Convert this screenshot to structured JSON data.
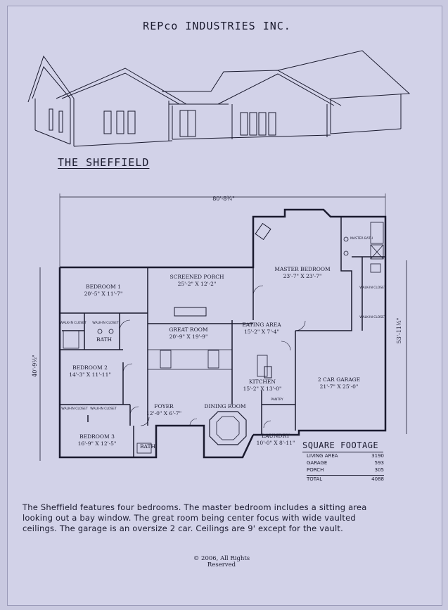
{
  "header": {
    "company": "REPco INDUSTRIES INC."
  },
  "plan": {
    "name": "THE SHEFFIELD",
    "overall_width": "80'-8¾\"",
    "right_depth": "53'-11½\"",
    "left_depth": "40'-9½\""
  },
  "rooms": {
    "screened_porch": {
      "name": "SCREENED PORCH",
      "size": "25'-2\" X 12'-2\""
    },
    "master_bedroom": {
      "name": "MASTER BEDROOM",
      "size": "23'-7\" X 23'-7\""
    },
    "master_bath": {
      "name": "MASTER BATH"
    },
    "walk_in_closet_1": {
      "name": "WALK-IN CLOSET"
    },
    "walk_in_closet_2": {
      "name": "WALK-IN CLOSET"
    },
    "bedroom1": {
      "name": "BEDROOM 1",
      "size": "20'-5\" X 11'-7\""
    },
    "bedroom2": {
      "name": "BEDROOM 2",
      "size": "14'-3\" X 11'-11\""
    },
    "bedroom3": {
      "name": "BEDROOM 3",
      "size": "16'-9\" X 12'-5\""
    },
    "great_room": {
      "name": "GREAT ROOM",
      "size": "20'-9\" X 19'-9\""
    },
    "eating_area": {
      "name": "EATING AREA",
      "size": "15'-2\" X 7'-4\""
    },
    "kitchen": {
      "name": "KITCHEN",
      "size": "15'-2\" X 13'-0\""
    },
    "garage": {
      "name": "2 CAR GARAGE",
      "size": "21'-7\" X 25'-0\""
    },
    "foyer": {
      "name": "FOYER",
      "size": "12'-0\" X 6'-7\""
    },
    "dining_room": {
      "name": "DINING ROOM"
    },
    "laundry": {
      "name": "LAUNDRY",
      "size": "10'-0\" X 8'-11\""
    },
    "bath_a": {
      "name": "BATH"
    },
    "bath_b": {
      "name": "BATH"
    },
    "pantry": {
      "name": "PANTRY"
    },
    "wic_a": {
      "name": "WALK-IN CLOSET"
    },
    "wic_b": {
      "name": "WALK-IN CLOSET"
    },
    "wic_c": {
      "name": "WALK-IN CLOSET"
    },
    "wic_d": {
      "name": "WALK-IN CLOSET"
    }
  },
  "square_footage": {
    "title": "SQUARE FOOTAGE",
    "rows": [
      {
        "label": "LIVING AREA",
        "value": "3190"
      },
      {
        "label": "GARAGE",
        "value": "593"
      },
      {
        "label": "PORCH",
        "value": "305"
      }
    ],
    "total": {
      "label": "TOTAL",
      "value": "4088"
    }
  },
  "description": {
    "line1": "The Sheffield features four bedrooms.  The master bedroom includes a sitting area",
    "line2": "looking out a bay window.  The great room being center focus with wide vaulted",
    "line3": "ceilings.  The garage is an oversize 2 car. Ceilings are 9' except for the vault."
  },
  "copyright": {
    "line1": "© 2006, All Rights",
    "line2": "Reserved"
  },
  "colors": {
    "paper": "#d2d2e8",
    "ink": "#1a1a2e"
  }
}
